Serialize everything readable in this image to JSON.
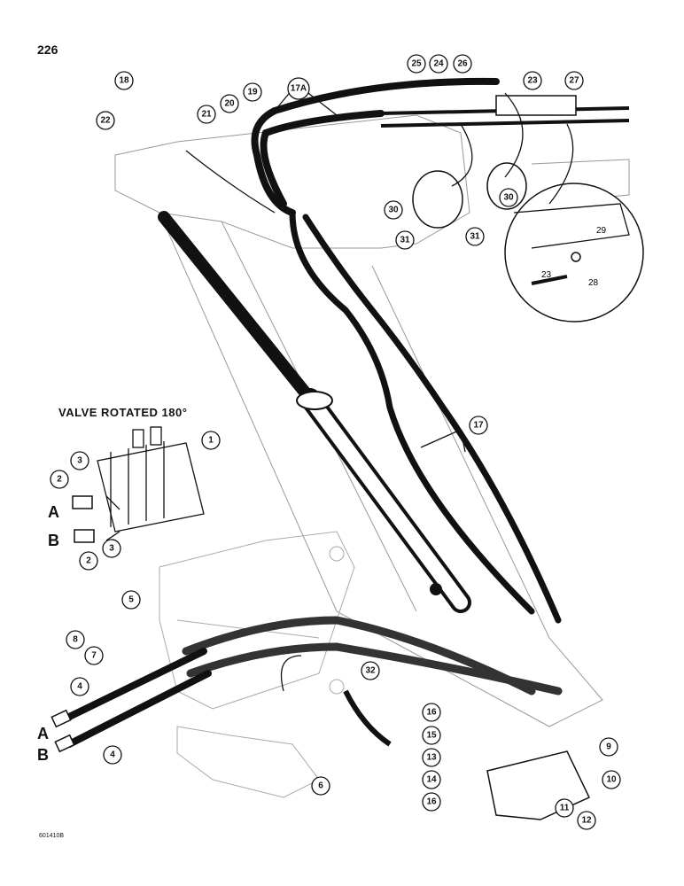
{
  "page_number": "226",
  "valve_label": "VALVE ROTATED 180°",
  "port_labels": {
    "a_valve": "A",
    "b_valve": "B",
    "a_hose": "A",
    "b_hose": "B"
  },
  "figure_code": "601410B",
  "callouts": [
    {
      "id": "c1",
      "label": "1"
    },
    {
      "id": "c2a",
      "label": "2"
    },
    {
      "id": "c3a",
      "label": "3"
    },
    {
      "id": "c2b",
      "label": "2"
    },
    {
      "id": "c3b",
      "label": "3"
    },
    {
      "id": "c4a",
      "label": "4"
    },
    {
      "id": "c4b",
      "label": "4"
    },
    {
      "id": "c5",
      "label": "5"
    },
    {
      "id": "c6",
      "label": "6"
    },
    {
      "id": "c7",
      "label": "7"
    },
    {
      "id": "c8",
      "label": "8"
    },
    {
      "id": "c9",
      "label": "9"
    },
    {
      "id": "c10",
      "label": "10"
    },
    {
      "id": "c11",
      "label": "11"
    },
    {
      "id": "c12",
      "label": "12"
    },
    {
      "id": "c13",
      "label": "13"
    },
    {
      "id": "c14",
      "label": "14"
    },
    {
      "id": "c15",
      "label": "15"
    },
    {
      "id": "c16a",
      "label": "16"
    },
    {
      "id": "c16b",
      "label": "16"
    },
    {
      "id": "c17",
      "label": "17"
    },
    {
      "id": "c17a",
      "label": "17A"
    },
    {
      "id": "c18",
      "label": "18"
    },
    {
      "id": "c19",
      "label": "19"
    },
    {
      "id": "c20",
      "label": "20"
    },
    {
      "id": "c21",
      "label": "21"
    },
    {
      "id": "c22",
      "label": "22"
    },
    {
      "id": "c23",
      "label": "23"
    },
    {
      "id": "c24",
      "label": "24"
    },
    {
      "id": "c25",
      "label": "25"
    },
    {
      "id": "c26",
      "label": "26"
    },
    {
      "id": "c27",
      "label": "27"
    },
    {
      "id": "c30a",
      "label": "30"
    },
    {
      "id": "c30b",
      "label": "30"
    },
    {
      "id": "c31a",
      "label": "31"
    },
    {
      "id": "c31b",
      "label": "31"
    },
    {
      "id": "c32",
      "label": "32"
    }
  ],
  "detail_labels": [
    {
      "id": "d29",
      "label": "29"
    },
    {
      "id": "d23",
      "label": "23"
    },
    {
      "id": "d28",
      "label": "28"
    }
  ]
}
